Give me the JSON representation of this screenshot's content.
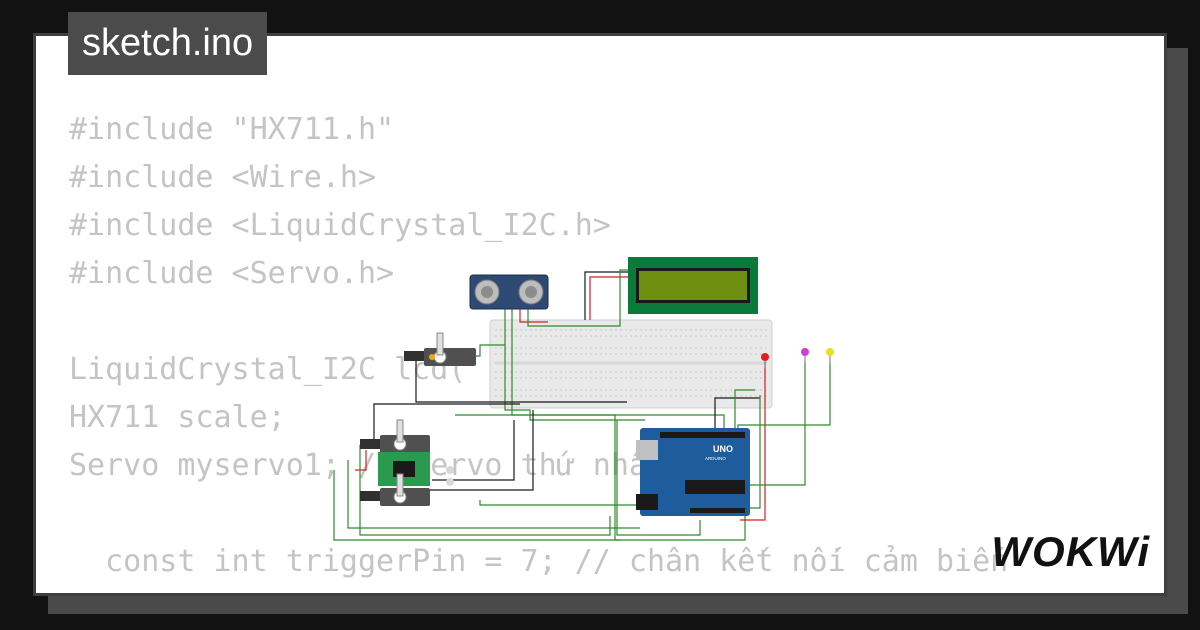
{
  "header": {
    "filename": "sketch.ino"
  },
  "code": {
    "lines": [
      "#include \"HX711.h\"",
      "#include <Wire.h>",
      "#include <LiquidCrystal_I2C.h>",
      "#include <Servo.h>",
      "",
      "LiquidCrystal_I2C lcd(",
      "HX711 scale;",
      "Servo myservo1; // Servo thứ nhất",
      "",
      "  const int triggerPin = 7; // chân kết nối cảm biến"
    ]
  },
  "diagram": {
    "arduino_label": "UNO",
    "arduino_sub": "ARDUINO"
  },
  "brand": {
    "logo_text": "WOKWi"
  },
  "colors": {
    "lcd_board": "#0a7a3a",
    "lcd_screen": "#6e8f10",
    "arduino": "#1f5c9e",
    "hx711": "#2a9a4e",
    "wire_green": "#2e8b2e",
    "wire_red": "#d42020",
    "wire_black": "#1a1a1a"
  }
}
